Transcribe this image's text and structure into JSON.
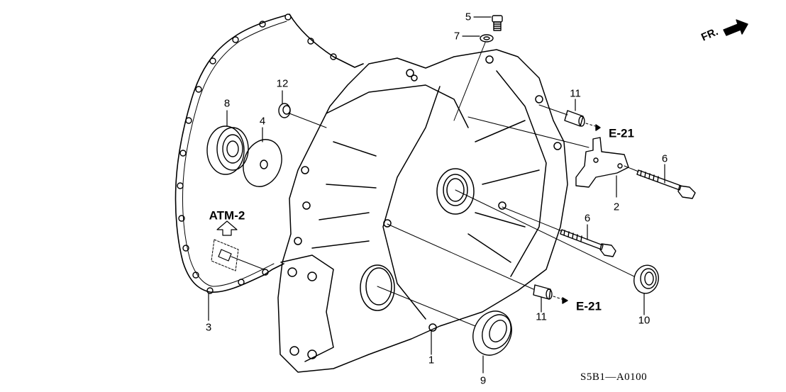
{
  "diagram": {
    "title": "Clutch / Flywheel Housing exploded parts diagram",
    "diagram_code": "S5B1—A0100",
    "direction_indicator": {
      "label": "FR.",
      "icon": "arrow-forward-icon"
    },
    "reference_labels": [
      {
        "id": "atm2",
        "text": "ATM-2",
        "icon": "arrow-up-outline-icon"
      },
      {
        "id": "e21_top",
        "text": "E-21"
      },
      {
        "id": "e21_bottom",
        "text": "E-21"
      }
    ],
    "callouts": [
      {
        "num": "1",
        "part": "housing"
      },
      {
        "num": "2",
        "part": "bracket"
      },
      {
        "num": "3",
        "part": "gasket"
      },
      {
        "num": "4",
        "part": "plate"
      },
      {
        "num": "5",
        "part": "bolt-plug"
      },
      {
        "num": "6",
        "part": "flange-bolt-upper"
      },
      {
        "num": "6",
        "part": "flange-bolt-lower"
      },
      {
        "num": "7",
        "part": "washer"
      },
      {
        "num": "8",
        "part": "bearing"
      },
      {
        "num": "9",
        "part": "oil-seal-large"
      },
      {
        "num": "10",
        "part": "oil-seal-small"
      },
      {
        "num": "11",
        "part": "dowel-pin-upper"
      },
      {
        "num": "11",
        "part": "dowel-pin-lower"
      },
      {
        "num": "12",
        "part": "oil-seal-tiny"
      }
    ]
  }
}
